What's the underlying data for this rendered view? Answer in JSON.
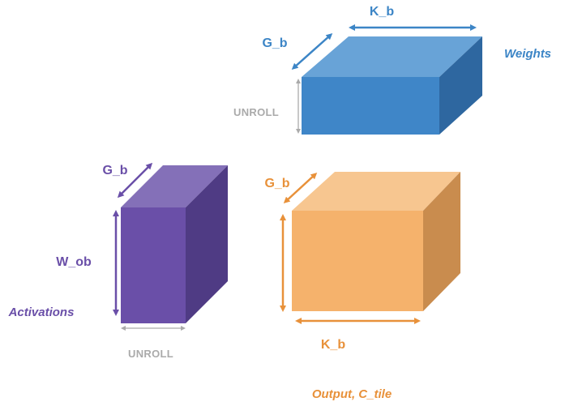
{
  "colors": {
    "weights_front": "#3F86C8",
    "weights_top": "#68A3D7",
    "weights_side": "#2E67A0",
    "weights_accent": "#3C85C6",
    "activations_front": "#6A4FA8",
    "activations_top": "#8470B8",
    "activations_side": "#4F3B84",
    "activations_accent": "#6A4FA8",
    "output_front": "#F5B26C",
    "output_top": "#F7C690",
    "output_side": "#C98C4E",
    "output_accent": "#E8913A",
    "unroll_gray": "#AAAAAA"
  },
  "weights": {
    "title": "Weights",
    "depth_label": "G_b",
    "width_label": "K_b",
    "height_label": "UNROLL"
  },
  "activations": {
    "title": "Activations",
    "depth_label": "G_b",
    "height_label": "W_ob",
    "width_label": "UNROLL"
  },
  "output": {
    "title": "Output, C_tile",
    "depth_label": "G_b",
    "width_label": "K_b"
  }
}
